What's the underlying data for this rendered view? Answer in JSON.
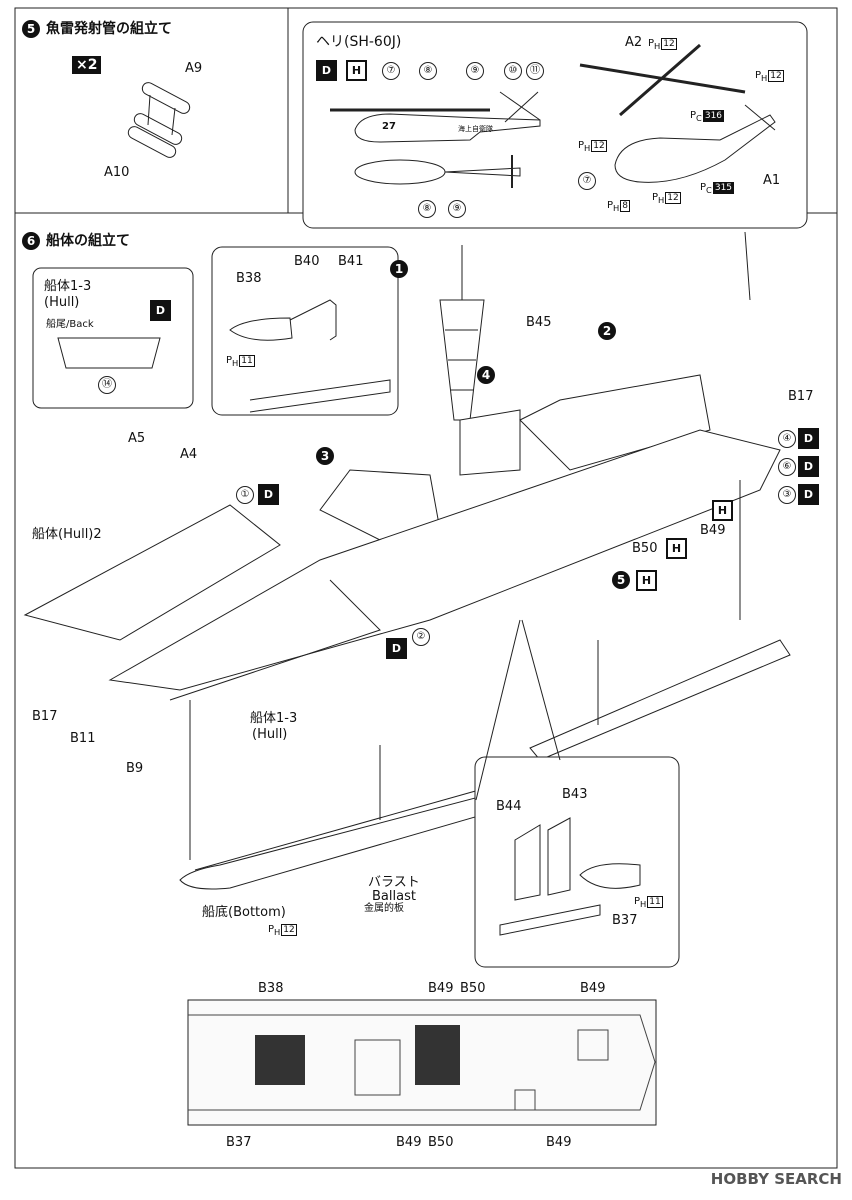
{
  "step5": {
    "number": "5",
    "title": "魚雷発射管の組立て",
    "multiplier": "×2",
    "parts": [
      "A9",
      "A10"
    ]
  },
  "heli": {
    "title": "ヘリ(SH-60J)",
    "side_number": "27",
    "side_text": "海上自衛隊",
    "callouts_top": [
      "⑦",
      "⑧",
      "⑨",
      "⑩",
      "⑪"
    ],
    "callouts_bottom": [
      "⑧",
      "⑨"
    ],
    "parts": [
      "A2",
      "A1"
    ],
    "paint": [
      {
        "pre": "P",
        "sub": "H",
        "code": "12",
        "fill": false
      },
      {
        "pre": "P",
        "sub": "H",
        "code": "12",
        "fill": false
      },
      {
        "pre": "P",
        "sub": "C",
        "code": "316",
        "fill": true
      },
      {
        "pre": "P",
        "sub": "H",
        "code": "12",
        "fill": false
      },
      {
        "pre": "P",
        "sub": "C",
        "code": "315",
        "fill": true
      },
      {
        "pre": "P",
        "sub": "H",
        "code": "8",
        "fill": false
      },
      {
        "pre": "P",
        "sub": "H",
        "code": "12",
        "fill": false
      }
    ],
    "callout_7": "⑦",
    "sticker_d": "D",
    "sticker_h": "H"
  },
  "step6": {
    "number": "6",
    "title": "船体の組立て",
    "hull_inset": {
      "title": "船体1-3",
      "subtitle": "(Hull)",
      "back_label": "船尾/Back",
      "callout": "⑭",
      "sticker": "D"
    },
    "boat_inset1": {
      "parts": [
        "B38",
        "B40",
        "B41"
      ],
      "paint": {
        "pre": "P",
        "sub": "H",
        "code": "11"
      }
    },
    "boat_inset2": {
      "parts": [
        "B44",
        "B43",
        "B37"
      ],
      "paint": {
        "pre": "P",
        "sub": "H",
        "code": "11"
      }
    },
    "subassemblies": [
      "1",
      "2",
      "3",
      "4",
      "5"
    ],
    "labels": {
      "b45": "B45",
      "b17_right": "B17",
      "b49": "B49",
      "b50": "B50",
      "a5": "A5",
      "a4": "A4",
      "hull2": "船体(Hull)2",
      "b17_left": "B17",
      "b11": "B11",
      "b9": "B9",
      "hull13": "船体1-3",
      "hull13_en": "(Hull)",
      "ballast_jp": "バラスト",
      "ballast_en": "Ballast",
      "ballast_cn": "金属的板",
      "bottom": "船底(Bottom)",
      "bottom_paint": {
        "pre": "P",
        "sub": "H",
        "code": "12"
      }
    },
    "decal_refs": [
      "①",
      "②",
      "③",
      "④",
      "⑥"
    ]
  },
  "plan_view": {
    "top_labels": [
      "B38",
      "B49",
      "B50",
      "B49"
    ],
    "bottom_labels": [
      "B37",
      "B49",
      "B50",
      "B49"
    ]
  },
  "watermark": "HOBBY SEARCH"
}
